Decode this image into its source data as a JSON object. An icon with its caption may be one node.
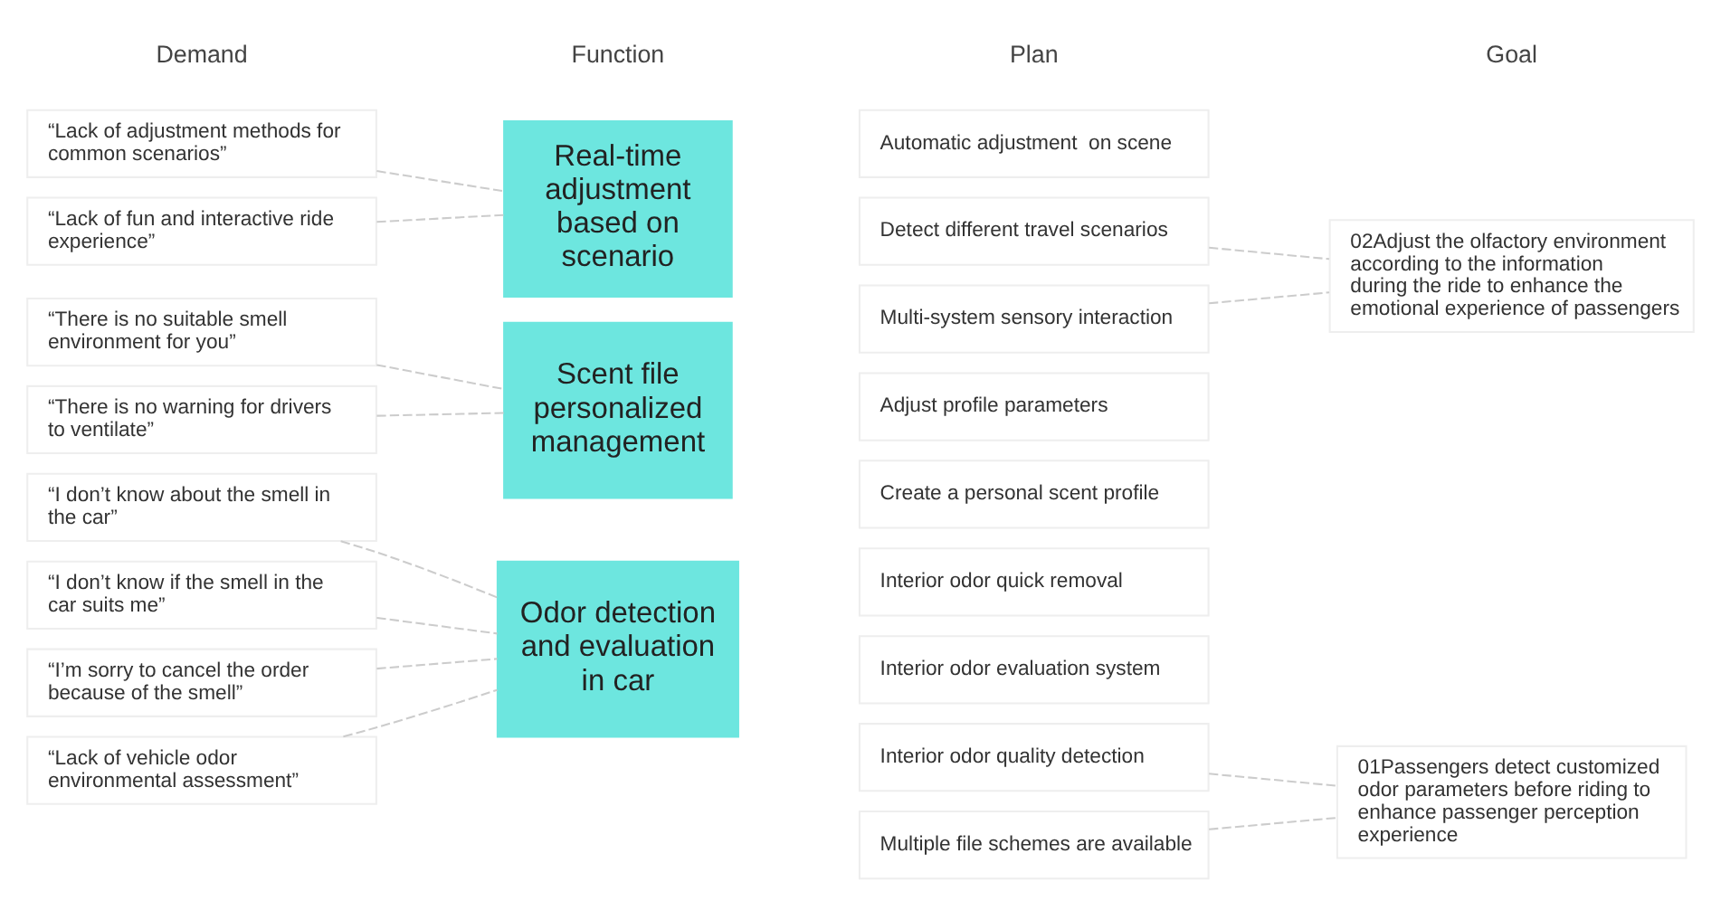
{
  "diagram": {
    "nodes": [
      {
        "text": [
          "“I don’t know about the smell in the car”"
        ]
      },
      {
        "text": [
          "“I don’t know if the smell in the car suits me”"
        ]
      },
      {
        "text": [
          "“I’m sorry to cancel the order because of the smell”"
        ]
      },
      {
        "text": [
          "“There is no suitable smell environment for you”"
        ]
      },
      {
        "text": [
          "“There is no warning for drivers to ventilate”"
        ]
      },
      {
        "text": [
          "“Lack of adjustment methods for common scenarios”"
        ]
      },
      {
        "text": [
          "“Lack of vehicle odor environmental assessment”"
        ]
      },
      {
        "text": [
          "“Lack of fun and interactive ride experience”"
        ]
      },
      {
        "text": [
          "Odor detection and evaluation in car"
        ]
      },
      {
        "text": [
          "Scent file personalized management"
        ]
      },
      {
        "text": [
          "Real-time adjustment based on scenario"
        ]
      },
      {
        "text": [
          "Interior odor quality detection"
        ]
      },
      {
        "text": [
          "Interior odor evaluation system"
        ]
      },
      {
        "text": [
          "Interior odor quick removal"
        ]
      },
      {
        "text": [
          "Create a personal scent profile"
        ]
      },
      {
        "text": [
          "Adjust profile parameters"
        ]
      },
      {
        "text": [
          "Multiple file schemes are available"
        ]
      },
      {
        "text": [
          "Detect different travel scenarios"
        ]
      },
      {
        "text": [
          "Automatic adjustment  on scene"
        ]
      },
      {
        "text": [
          "Multi-system sensory interaction"
        ]
      },
      {
        "text": [
          "01Passengers detect customized odor parameters before riding to enhance passenger perception experience"
        ]
      },
      {
        "text": [
          "02Adjust the olfactory environment according to the information during the ride to enhance the emotional experience of passengers"
        ]
      }
    ],
    "edges": [
      {
        "from": 0,
        "to": 8,
        "arrow": "none",
        "style": "dashed"
      },
      {
        "from": 1,
        "to": 8,
        "arrow": "none",
        "style": "dashed"
      },
      {
        "from": 2,
        "to": 8,
        "arrow": "none",
        "style": "dashed"
      },
      {
        "from": 3,
        "to": 9,
        "arrow": "none",
        "style": "dashed"
      },
      {
        "from": 4,
        "to": 9,
        "arrow": "none",
        "style": "dashed"
      },
      {
        "from": 5,
        "to": 10,
        "arrow": "none",
        "style": "dashed"
      },
      {
        "from": 6,
        "to": 8,
        "arrow": "none",
        "style": "dashed"
      },
      {
        "from": 7,
        "to": 10,
        "arrow": "none",
        "style": "dashed"
      },
      {
        "from": 11,
        "to": 20,
        "arrow": "none",
        "style": "dashed"
      },
      {
        "from": 16,
        "to": 20,
        "arrow": "none",
        "style": "dashed"
      },
      {
        "from": 17,
        "to": 21,
        "arrow": "none",
        "style": "dashed"
      },
      {
        "from": 19,
        "to": 21,
        "arrow": "none",
        "style": "dashed"
      }
    ],
    "labels": [
      "Demand",
      "Function",
      "Plan",
      "Goal"
    ]
  }
}
